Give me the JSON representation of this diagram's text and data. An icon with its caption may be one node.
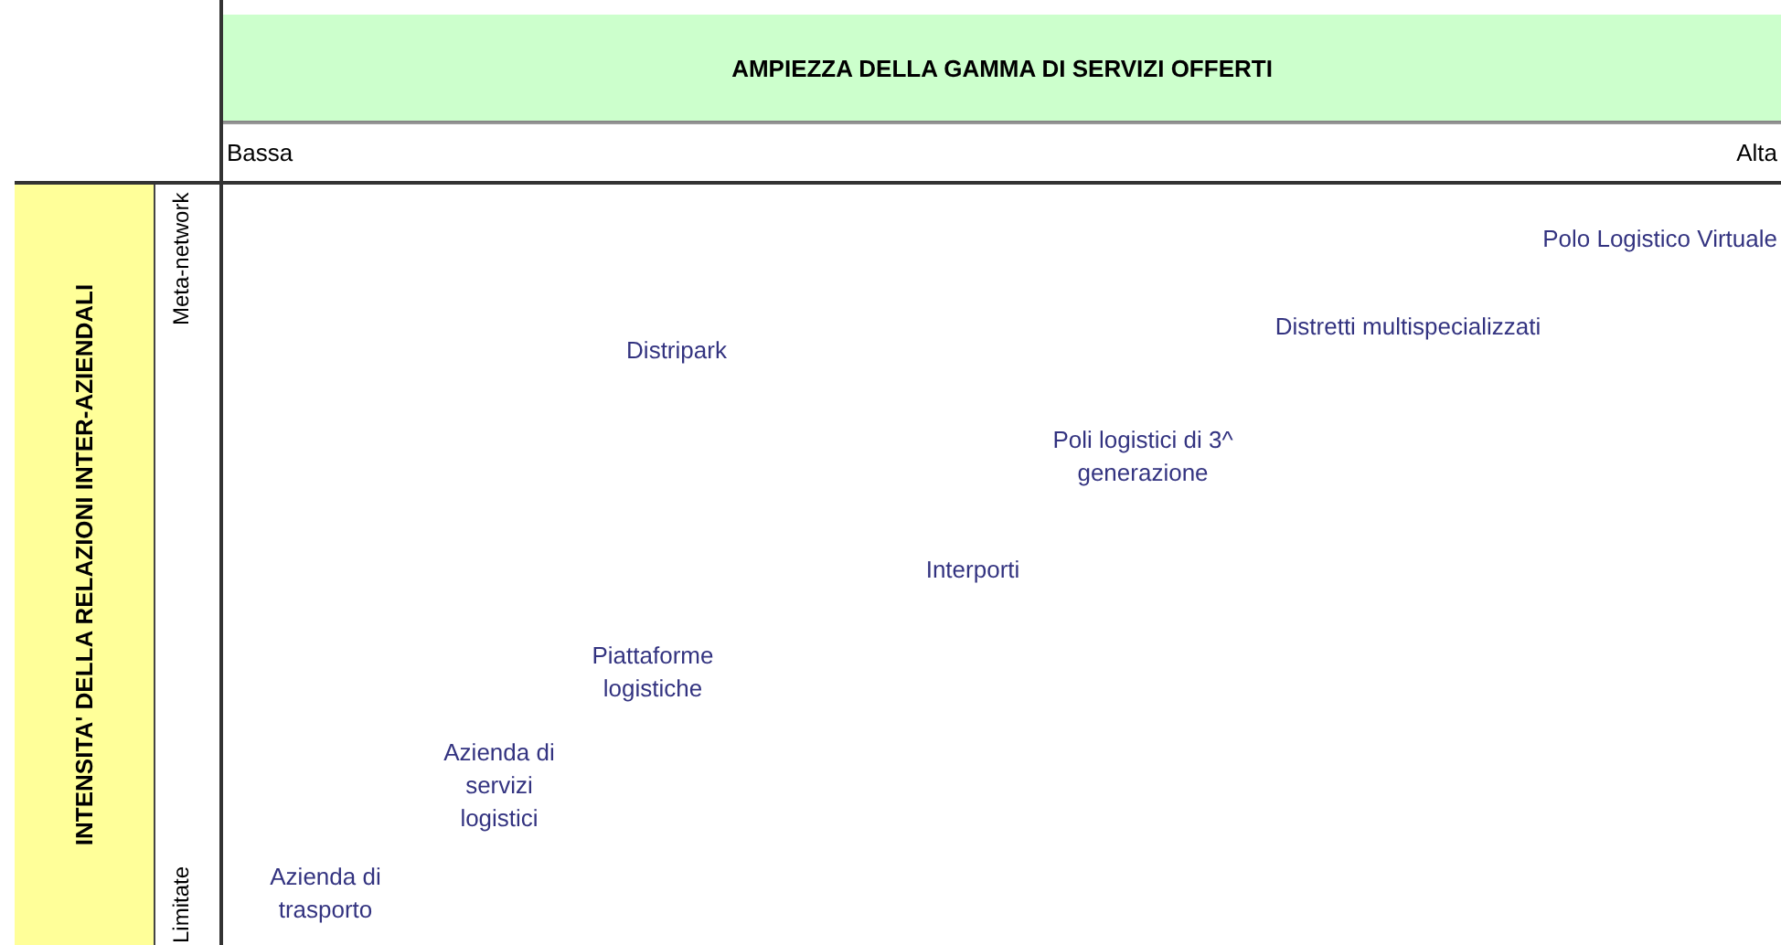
{
  "diagram": {
    "nodes": [
      {
        "text": [
          "AMPIEZZA DELLA GAMMA DI SERVIZI OFFERTI"
        ]
      },
      {
        "text": [
          "INTENSITA' DELLA RELAZIONI INTER-AZIENDALI"
        ]
      }
    ],
    "labels": [
      "Bassa",
      "Alta",
      "Meta-network",
      "Polo Logistico Virtuale",
      "Distripark",
      "Distretti multispecializzati",
      "Poli logistici di 3^ generazione",
      "Interporti",
      "Piattaforme logistiche",
      "Azienda di servizi logistici",
      "Limitate",
      "Azienda di trasporto"
    ]
  }
}
